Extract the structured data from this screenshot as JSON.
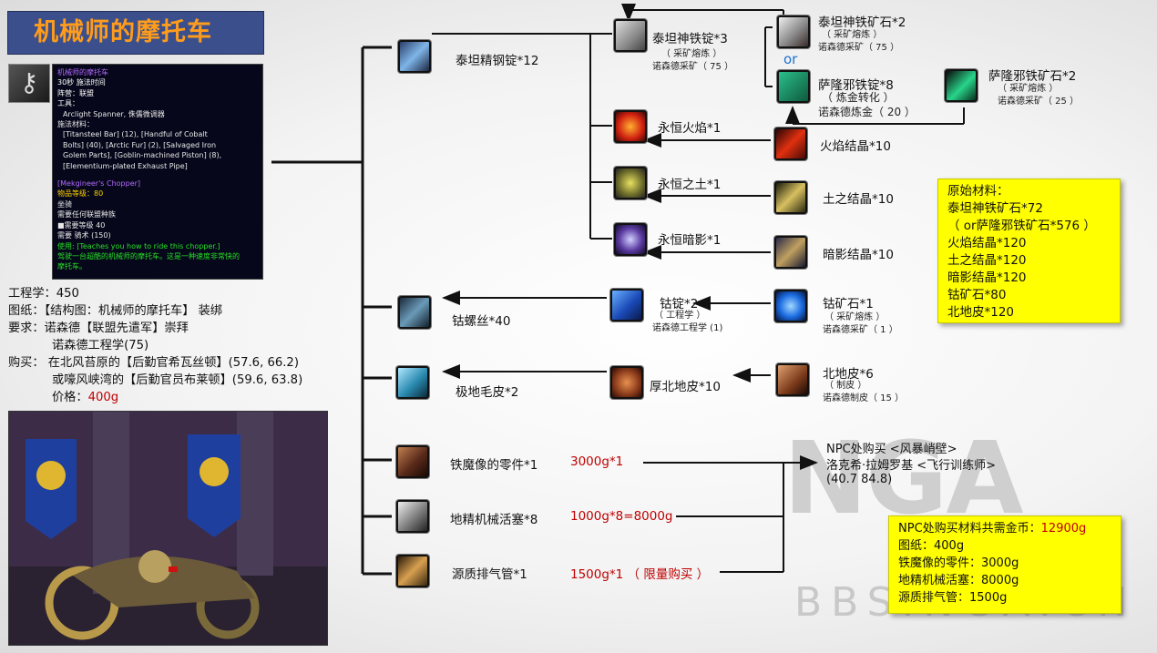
{
  "title": "机械师的摩托车",
  "watermark": "NGA",
  "watermark_url": "BBS.NGA.CN",
  "tooltip": {
    "name": "机械师的摩托车",
    "cast": "30秒 施法时间",
    "faction": "阵营：联盟",
    "tools_head": "工具：",
    "tools": "Arclight Spanner, 侏儒微调器",
    "reagents_head": "施法材料：",
    "reagents": [
      "[Titansteel Bar] (12), [Handful of Cobalt",
      "Bolts] (40), [Arctic Fur] (2), [Salvaged Iron",
      "Golem Parts], [Goblin-machined Piston] (8),",
      "[Elementium-plated Exhaust Pipe]"
    ],
    "item_name": "[Mekgineer's Chopper]",
    "item_level": "物品等级：80",
    "mount": "坐骑",
    "req_faction": "需要任何联盟种族",
    "req_level": "■需要等级 40",
    "req_skill": "需要 骑术 (150)",
    "use": "使用: [Teaches you how to ride this chopper.]",
    "desc": [
      "驾驶一台超酷的机械师的摩托车。这是一种速度非常快的",
      "摩托车。"
    ]
  },
  "info": {
    "skill": "工程学：450",
    "blueprint": "图纸：【结构图：机械师的摩托车】 装绑",
    "requirement": "要求：诺森德【联盟先遣军】崇拜",
    "requirement2": "诺森德工程学(75)",
    "buy": "购买：  在北风苔原的【后勤官希瓦丝顿】(57.6, 66.2)",
    "buy2": "或嚎风峡湾的【后勤官员布莱顿】(59.6, 63.8)",
    "price_label": "价格：",
    "price": "400g"
  },
  "nodes": {
    "titansteel_bar": "泰坦精钢锭*12",
    "titanium_bar": "泰坦神铁锭*3",
    "titanium_bar_sub1": "（ 采矿熔炼 ）",
    "titanium_bar_sub2": "诺森德采矿（ 75 ）",
    "titanium_ore": "泰坦神铁矿石*2",
    "titanium_ore_sub1": "（ 采矿熔炼 ）",
    "titanium_ore_sub2": "诺森德采矿（ 75 ）",
    "or": "or",
    "saronite_bar": "萨隆邪铁锭*8",
    "saronite_bar_sub1": "（ 炼金转化 ）",
    "saronite_bar_sub2": "诺森德炼金（ 20 ）",
    "saronite_ore": "萨隆邪铁矿石*2",
    "saronite_ore_sub1": "（ 采矿熔炼 ）",
    "saronite_ore_sub2": "诺森德采矿（ 25 ）",
    "eternal_fire": "永恒火焰*1",
    "crystal_fire": "火焰结晶*10",
    "eternal_earth": "永恒之土*1",
    "crystal_earth": "土之结晶*10",
    "eternal_shadow": "永恒暗影*1",
    "crystal_shadow": "暗影结晶*10",
    "cobalt_bolts": "钴螺丝*40",
    "cobalt_bar": "钴锭*2",
    "cobalt_bar_sub1": "（ 工程学 ）",
    "cobalt_bar_sub2": "诺森德工程学 (1)",
    "cobalt_ore": "钴矿石*1",
    "cobalt_ore_sub1": "（ 采矿熔炼 ）",
    "cobalt_ore_sub2": "诺森德采矿（ 1 ）",
    "arctic_fur": "极地毛皮*2",
    "heavy_borean": "厚北地皮*10",
    "borean_leather": "北地皮*6",
    "borean_leather_sub1": "（ 制皮 ）",
    "borean_leather_sub2": "诺森德制皮（ 15 ）",
    "golem_parts": "铁魔像的零件*1",
    "golem_price": "3000g*1",
    "piston": "地精机械活塞*8",
    "piston_price": "1000g*8=8000g",
    "exhaust": "源质排气管*1",
    "exhaust_price": "1500g*1 （ 限量购买 ）"
  },
  "npc": {
    "line1": "NPC处购买 <风暴峭壁>",
    "line2": "洛克希·拉姆罗基 <飞行训练师>",
    "line3": "(40.7 84.8)"
  },
  "raw_box": {
    "lines": [
      "原始材料：",
      "泰坦神铁矿石*72",
      "（ or萨隆邪铁矿石*576 ）",
      "火焰结晶*120",
      "土之结晶*120",
      "暗影结晶*120",
      "钴矿石*80",
      "北地皮*120"
    ]
  },
  "cost_box": {
    "head": "NPC处购买材料共需金币：",
    "total": "12900g",
    "lines": [
      "图纸：400g",
      "铁魔像的零件：3000g",
      "地精机械活塞：8000g",
      "源质排气管：1500g"
    ]
  },
  "colors": {
    "title_bg": "#3a4f8c",
    "title_text": "#ff9c1c",
    "box_bg": "#ffff00",
    "price_red": "#c00000",
    "or_blue": "#1f6fd1"
  }
}
